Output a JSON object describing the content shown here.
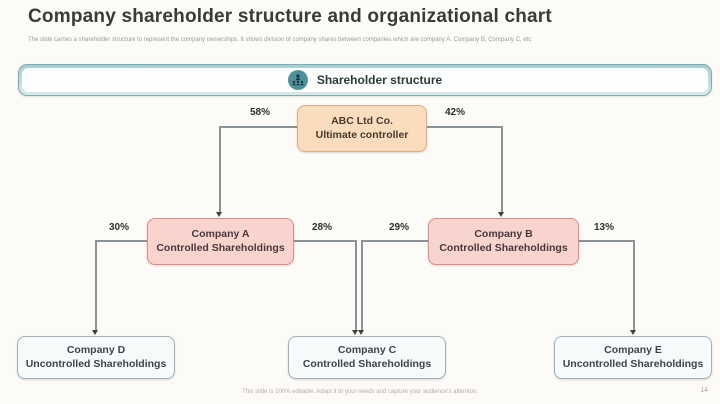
{
  "slide": {
    "title": "Company shareholder structure and organizational chart",
    "subtitle": "The slide carries a shareholder structure to represent the company ownerships. It shows division of company shares between companies which are company A, Company B, Company C, etc",
    "footer_note": "This slide is 100% editable. Adapt it to your needs and capture your audience's attention.",
    "page_number": "14"
  },
  "banner": {
    "label": "Shareholder structure",
    "icon": "people-group-icon"
  },
  "org": {
    "nodes": [
      {
        "name": "ABC Ltd Co.",
        "role": "Ultimate controller",
        "style": "root"
      },
      {
        "name": "Company A",
        "role": "Controlled Shareholdings",
        "style": "controlled"
      },
      {
        "name": "Company B",
        "role": "Controlled Shareholdings",
        "style": "controlled"
      },
      {
        "name": "Company C",
        "role": "Controlled Shareholdings",
        "style": "plain"
      },
      {
        "name": "Company D",
        "role": "Uncontrolled Shareholdings",
        "style": "plain"
      },
      {
        "name": "Company E",
        "role": "Uncontrolled Shareholdings",
        "style": "plain"
      }
    ],
    "edges": [
      {
        "from": "ABC Ltd Co.",
        "to": "Company A",
        "share": "58%"
      },
      {
        "from": "ABC Ltd Co.",
        "to": "Company B",
        "share": "42%"
      },
      {
        "from": "Company A",
        "to": "Company D",
        "share": "30%"
      },
      {
        "from": "Company A",
        "to": "Company C",
        "share": "28%"
      },
      {
        "from": "Company B",
        "to": "Company C",
        "share": "29%"
      },
      {
        "from": "Company B",
        "to": "Company E",
        "share": "13%"
      }
    ]
  },
  "colors": {
    "accent_teal": "#4d929a",
    "root_fill": "#fbdcbc",
    "root_border": "#e3ab80",
    "controlled_fill": "#f9d3ce",
    "controlled_border": "#dc8b85",
    "plain_fill": "#f6fafa",
    "plain_border": "#a4b1b4",
    "connector": "#8d9296"
  }
}
